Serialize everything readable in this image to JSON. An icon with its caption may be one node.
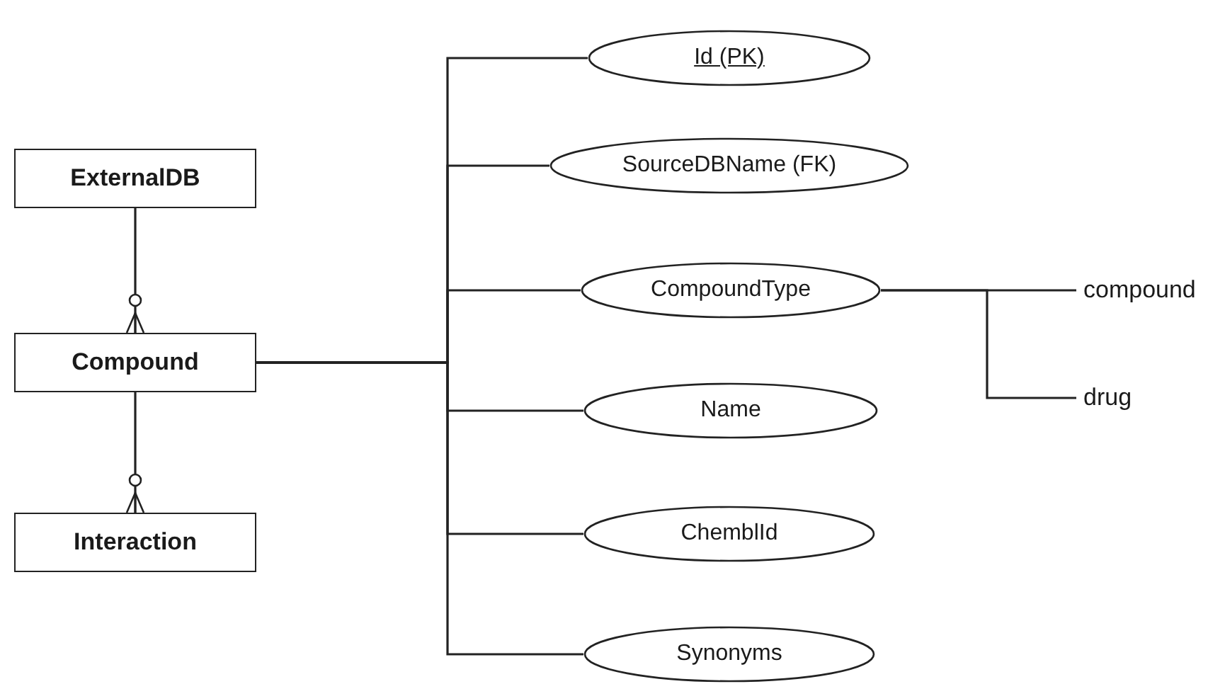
{
  "diagram": {
    "nodes": [
      {
        "text": [
          "ExternalDB"
        ]
      },
      {
        "text": [
          "Compound"
        ]
      },
      {
        "text": [
          "Interaction"
        ]
      },
      {
        "text": [
          "Id (PK)"
        ]
      },
      {
        "text": [
          "SourceDBName (FK)"
        ]
      },
      {
        "text": [
          "CompoundType"
        ]
      },
      {
        "text": [
          "Name"
        ]
      },
      {
        "text": [
          "ChemblId"
        ]
      },
      {
        "text": [
          "Synonyms"
        ]
      },
      {
        "text": [
          "compound"
        ]
      },
      {
        "text": [
          "drug"
        ]
      }
    ],
    "edges": [
      {
        "from": 0,
        "to": 1,
        "arrow": "other"
      },
      {
        "from": 1,
        "to": 2,
        "arrow": "other"
      },
      {
        "from": 1,
        "to": 3,
        "arrow": "none"
      },
      {
        "from": 1,
        "to": 4,
        "arrow": "none"
      },
      {
        "from": 1,
        "to": 5,
        "arrow": "none"
      },
      {
        "from": 1,
        "to": 6,
        "arrow": "none"
      },
      {
        "from": 1,
        "to": 7,
        "arrow": "none"
      },
      {
        "from": 1,
        "to": 8,
        "arrow": "none"
      },
      {
        "from": 5,
        "to": 9,
        "arrow": "none"
      },
      {
        "from": 5,
        "to": 10,
        "arrow": "none"
      }
    ]
  }
}
